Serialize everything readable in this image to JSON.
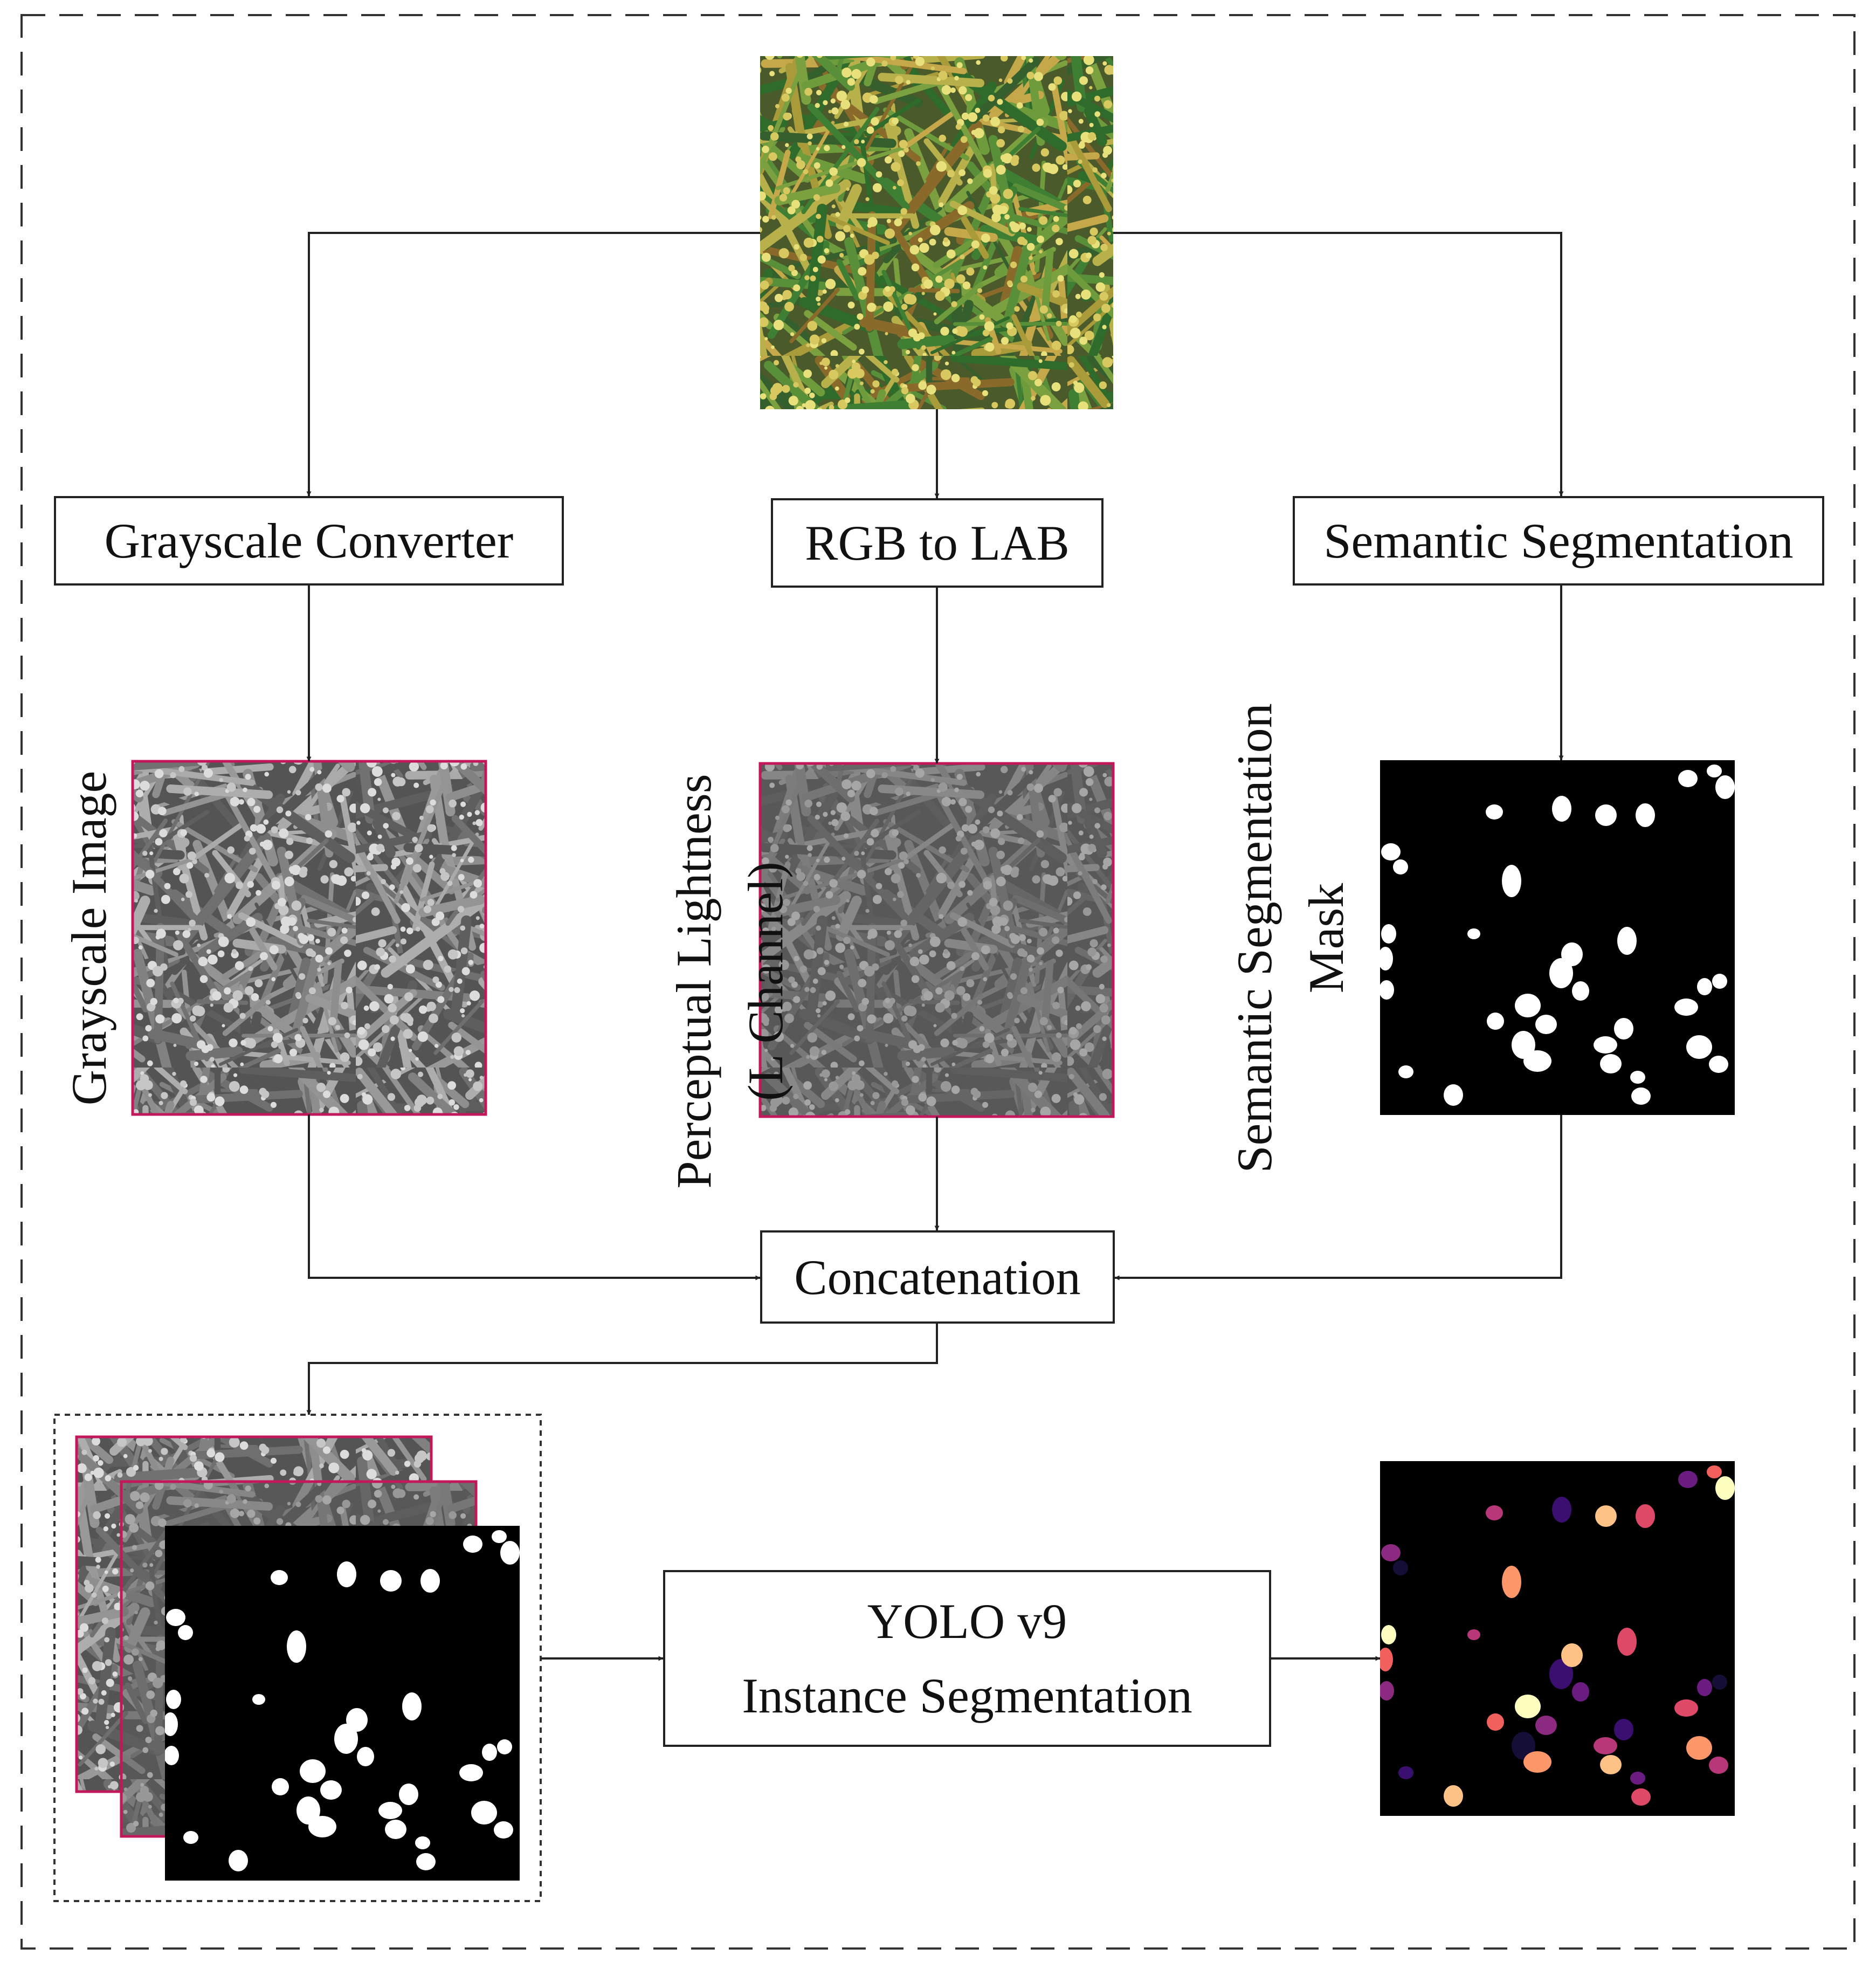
{
  "boxes": {
    "grayscale_converter": "Grayscale Converter",
    "rgb_to_lab": "RGB to LAB",
    "semantic_segmentation": "Semantic Segmentation",
    "concatenation": "Concatenation",
    "yolo_line1": "YOLO v9",
    "yolo_line2": "Instance Segmentation"
  },
  "labels": {
    "grayscale_image": "Grayscale Image",
    "perceptual_line1": "Perceptual Lightness",
    "perceptual_line2": "(L Channel)",
    "semseg_line1": "Semantic Segmentation",
    "semseg_line2": "Mask"
  },
  "colors": {
    "line": "#222222",
    "image_border": "#c2185b",
    "mask_bg": "#000000",
    "mask_fg": "#ffffff",
    "instance_palette": [
      "#3b0f70",
      "#6a1c81",
      "#8c2981",
      "#b73779",
      "#de4968",
      "#f1605d",
      "#fd9668",
      "#fec287",
      "#fcfdbf",
      "#150e37"
    ]
  }
}
